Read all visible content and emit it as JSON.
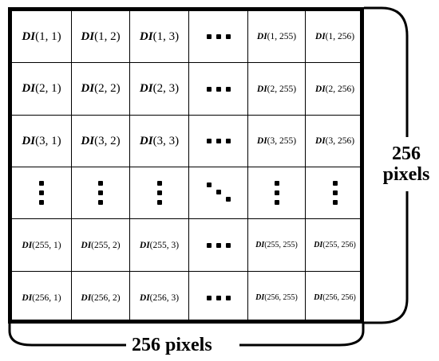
{
  "grid": {
    "rows": [
      {
        "cells": [
          {
            "kind": "text",
            "prefix": "DI",
            "args": "(1, 1)",
            "size": "sz-l"
          },
          {
            "kind": "text",
            "prefix": "DI",
            "args": "(1, 2)",
            "size": "sz-l"
          },
          {
            "kind": "text",
            "prefix": "DI",
            "args": "(1, 3)",
            "size": "sz-l"
          },
          {
            "kind": "dots-h"
          },
          {
            "kind": "text",
            "prefix": "DI",
            "args": "(1, 255)",
            "size": "sz-s"
          },
          {
            "kind": "text",
            "prefix": "DI",
            "args": "(1, 256)",
            "size": "sz-s"
          }
        ]
      },
      {
        "cells": [
          {
            "kind": "text",
            "prefix": "DI",
            "args": "(2, 1)",
            "size": "sz-l"
          },
          {
            "kind": "text",
            "prefix": "DI",
            "args": "(2, 2)",
            "size": "sz-l"
          },
          {
            "kind": "text",
            "prefix": "DI",
            "args": "(2, 3)",
            "size": "sz-l"
          },
          {
            "kind": "dots-h"
          },
          {
            "kind": "text",
            "prefix": "DI",
            "args": "(2, 255)",
            "size": "sz-s"
          },
          {
            "kind": "text",
            "prefix": "DI",
            "args": "(2, 256)",
            "size": "sz-s"
          }
        ]
      },
      {
        "cells": [
          {
            "kind": "text",
            "prefix": "DI",
            "args": "(3, 1)",
            "size": "sz-l"
          },
          {
            "kind": "text",
            "prefix": "DI",
            "args": "(3, 2)",
            "size": "sz-l"
          },
          {
            "kind": "text",
            "prefix": "DI",
            "args": "(3, 3)",
            "size": "sz-l"
          },
          {
            "kind": "dots-h"
          },
          {
            "kind": "text",
            "prefix": "DI",
            "args": "(3, 255)",
            "size": "sz-s"
          },
          {
            "kind": "text",
            "prefix": "DI",
            "args": "(3, 256)",
            "size": "sz-s"
          }
        ]
      },
      {
        "cells": [
          {
            "kind": "dots-v"
          },
          {
            "kind": "dots-v"
          },
          {
            "kind": "dots-v"
          },
          {
            "kind": "dots-d"
          },
          {
            "kind": "dots-v"
          },
          {
            "kind": "dots-v"
          }
        ]
      },
      {
        "cells": [
          {
            "kind": "text",
            "prefix": "DI",
            "args": "(255, 1)",
            "size": "sz-s"
          },
          {
            "kind": "text",
            "prefix": "DI",
            "args": "(255, 2)",
            "size": "sz-s"
          },
          {
            "kind": "text",
            "prefix": "DI",
            "args": "(255, 3)",
            "size": "sz-s"
          },
          {
            "kind": "dots-h"
          },
          {
            "kind": "text",
            "prefix": "DI",
            "args": "(255, 255)",
            "size": "sz-xs"
          },
          {
            "kind": "text",
            "prefix": "DI",
            "args": "(255, 256)",
            "size": "sz-xs"
          }
        ]
      },
      {
        "cells": [
          {
            "kind": "text",
            "prefix": "DI",
            "args": "(256, 1)",
            "size": "sz-s"
          },
          {
            "kind": "text",
            "prefix": "DI",
            "args": "(256, 2)",
            "size": "sz-s"
          },
          {
            "kind": "text",
            "prefix": "DI",
            "args": "(256, 3)",
            "size": "sz-s"
          },
          {
            "kind": "dots-h"
          },
          {
            "kind": "text",
            "prefix": "DI",
            "args": "(256, 255)",
            "size": "sz-xs"
          },
          {
            "kind": "text",
            "prefix": "DI",
            "args": "(256, 256)",
            "size": "sz-xs"
          }
        ]
      }
    ]
  },
  "labels": {
    "height_value": "256",
    "height_unit": "pixels",
    "width": "256 pixels"
  }
}
